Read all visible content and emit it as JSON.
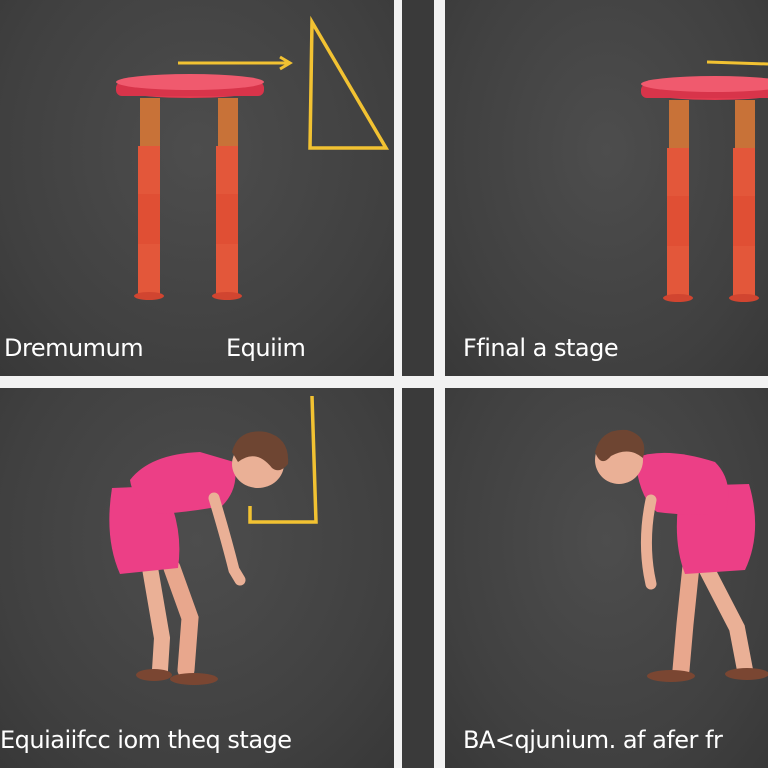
{
  "panels": {
    "top_left": {
      "caption_left": "Dremumum",
      "caption_right": "Equiim"
    },
    "top_right": {
      "caption": "Ffinal a stage"
    },
    "bottom_left": {
      "caption": "Equiaiifcc iom theq stage"
    },
    "bottom_right": {
      "caption": "BA<qjunium. af afer fr"
    }
  },
  "colors": {
    "panel_bg": "#444444",
    "stool_top": "#e23a4f",
    "stool_leg": "#e3573a",
    "arrow": "#f2c232",
    "shirt": "#ec3f86",
    "skin": "#eab096",
    "hair": "#6e4532"
  }
}
